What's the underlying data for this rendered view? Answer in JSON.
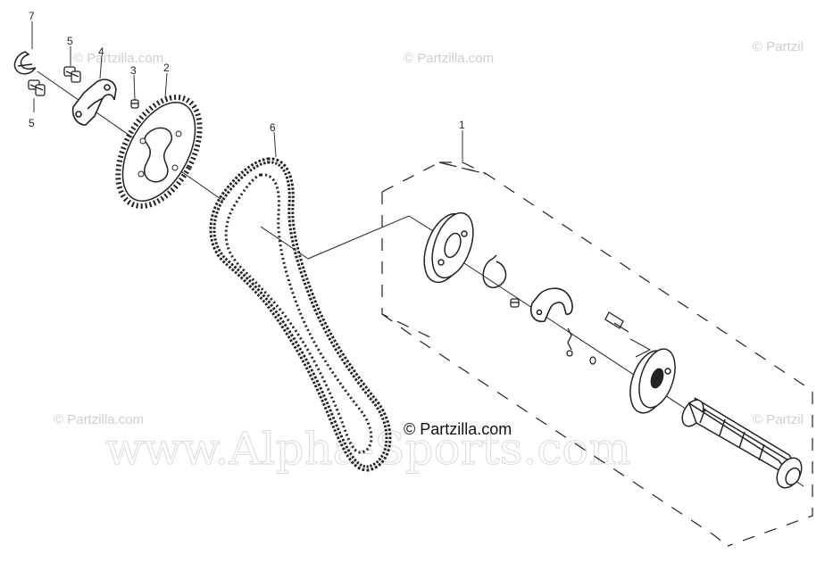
{
  "diagram": {
    "callouts": [
      "7",
      "5",
      "4",
      "3",
      "2",
      "5",
      "6",
      "1"
    ],
    "watermarks": {
      "partzilla_small": "© Partzilla.com",
      "partzilla_cut": "© Partzil",
      "partzilla_center": "© Partzilla.com",
      "alpha_sports": "www.Alpha-Sports.com"
    }
  }
}
